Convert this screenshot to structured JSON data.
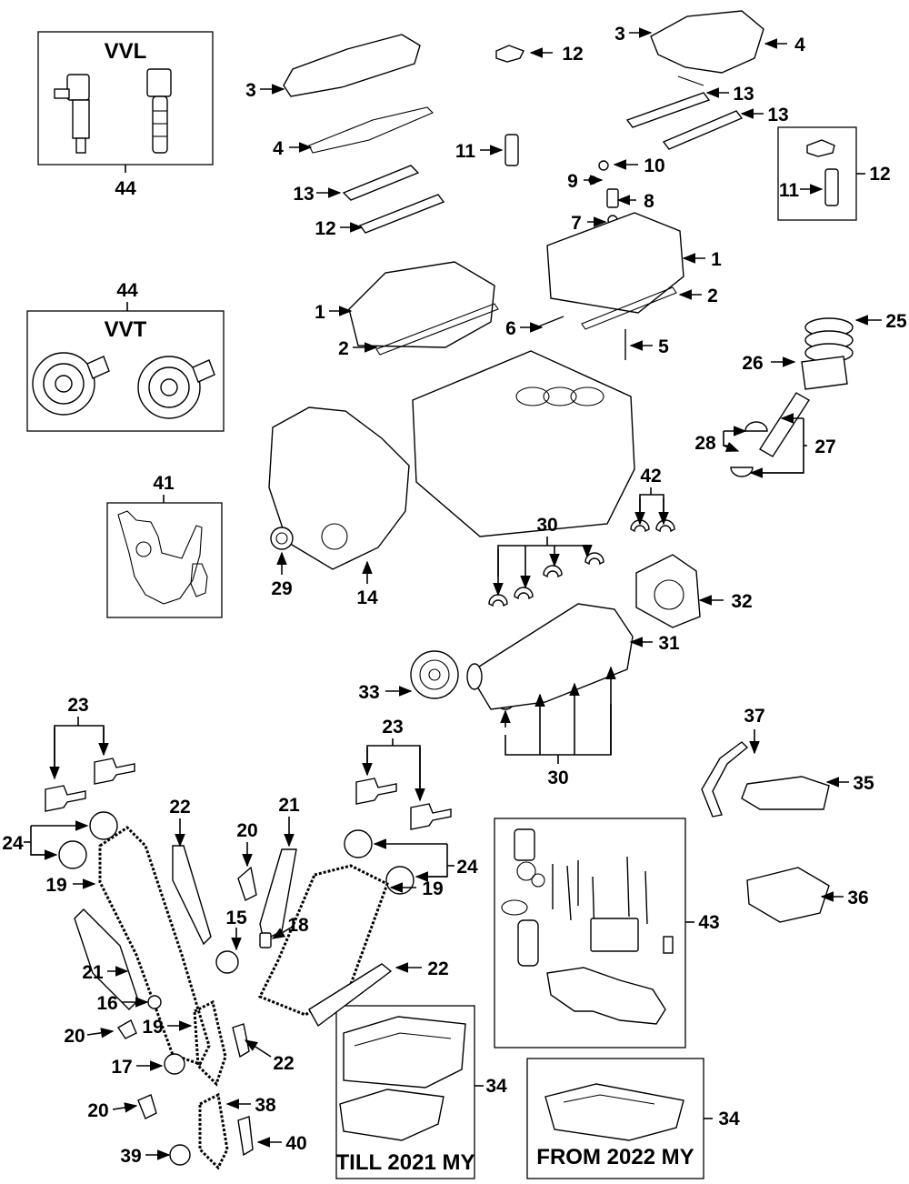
{
  "boxes": {
    "vvl_title": "VVL",
    "vvt_title": "VVT",
    "vvl_num": "44",
    "vvt_num": "44",
    "n41": "41",
    "n12": "12",
    "n43": "43",
    "n34a": "34",
    "n34b": "34",
    "till_label": "TILL 2021 MY",
    "from_label": "FROM 2022 MY"
  },
  "callouts": [
    {
      "id": "c3a",
      "text": "3"
    },
    {
      "id": "c3b",
      "text": "3"
    },
    {
      "id": "c4a",
      "text": "4"
    },
    {
      "id": "c4b",
      "text": "4"
    },
    {
      "id": "c12a",
      "text": "12"
    },
    {
      "id": "c13a",
      "text": "13"
    },
    {
      "id": "c13b",
      "text": "13"
    },
    {
      "id": "c13c",
      "text": "13"
    },
    {
      "id": "c12b",
      "text": "12"
    },
    {
      "id": "c11a",
      "text": "11"
    },
    {
      "id": "c10",
      "text": "10"
    },
    {
      "id": "c9",
      "text": "9"
    },
    {
      "id": "c8",
      "text": "8"
    },
    {
      "id": "c7",
      "text": "7"
    },
    {
      "id": "c11b",
      "text": "11"
    },
    {
      "id": "c1a",
      "text": "1"
    },
    {
      "id": "c1b",
      "text": "1"
    },
    {
      "id": "c2a",
      "text": "2"
    },
    {
      "id": "c2b",
      "text": "2"
    },
    {
      "id": "c6",
      "text": "6"
    },
    {
      "id": "c5",
      "text": "5"
    },
    {
      "id": "c25",
      "text": "25"
    },
    {
      "id": "c26",
      "text": "26"
    },
    {
      "id": "c27",
      "text": "27"
    },
    {
      "id": "c28",
      "text": "28"
    },
    {
      "id": "c42",
      "text": "42"
    },
    {
      "id": "c30a",
      "text": "30"
    },
    {
      "id": "c29",
      "text": "29"
    },
    {
      "id": "c14",
      "text": "14"
    },
    {
      "id": "c32",
      "text": "32"
    },
    {
      "id": "c31",
      "text": "31"
    },
    {
      "id": "c33",
      "text": "33"
    },
    {
      "id": "c30b",
      "text": "30"
    },
    {
      "id": "c23a",
      "text": "23"
    },
    {
      "id": "c23b",
      "text": "23"
    },
    {
      "id": "c37",
      "text": "37"
    },
    {
      "id": "c35",
      "text": "35"
    },
    {
      "id": "c24a",
      "text": "24"
    },
    {
      "id": "c24b",
      "text": "24"
    },
    {
      "id": "c22a",
      "text": "22"
    },
    {
      "id": "c21a",
      "text": "21"
    },
    {
      "id": "c20a",
      "text": "20"
    },
    {
      "id": "c19a",
      "text": "19"
    },
    {
      "id": "c19b",
      "text": "19"
    },
    {
      "id": "c36",
      "text": "36"
    },
    {
      "id": "c15",
      "text": "15"
    },
    {
      "id": "c18",
      "text": "18"
    },
    {
      "id": "c21b",
      "text": "21"
    },
    {
      "id": "c22b",
      "text": "22"
    },
    {
      "id": "c16",
      "text": "16"
    },
    {
      "id": "c20b",
      "text": "20"
    },
    {
      "id": "c19c",
      "text": "19"
    },
    {
      "id": "c22c",
      "text": "22"
    },
    {
      "id": "c17",
      "text": "17"
    },
    {
      "id": "c20c",
      "text": "20"
    },
    {
      "id": "c38",
      "text": "38"
    },
    {
      "id": "c39",
      "text": "39"
    },
    {
      "id": "c40",
      "text": "40"
    }
  ]
}
